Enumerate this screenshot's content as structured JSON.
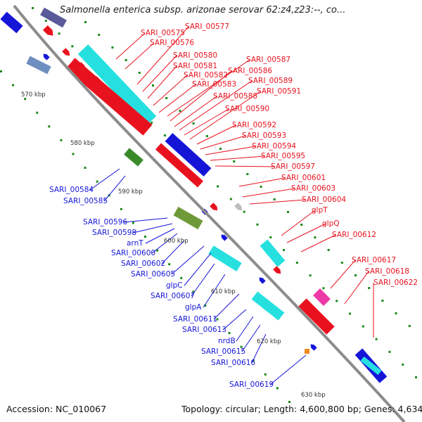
{
  "header": {
    "organism": "Salmonella enterica subsp. arizonae serovar 62:z4,z23:--, co..."
  },
  "footer": {
    "accession": "Accession: NC_010067",
    "topology": "Topology: circular; Length: 4,600,800 bp; Genes: 4,634"
  },
  "kbp_ticks": [
    "570 kbp",
    "580 kbp",
    "590 kbp",
    "600 kbp",
    "610 kbp",
    "620 kbp",
    "630 kbp"
  ],
  "forward_genes": [
    "SARI_00575",
    "SARI_00576",
    "SARI_00577",
    "SARI_00580",
    "SARI_00581",
    "SARI_00582",
    "SARI_00583",
    "SARI_00586",
    "SARI_00587",
    "SARI_00588",
    "SARI_00589",
    "SARI_00590",
    "SARI_00591",
    "SARI_00592",
    "SARI_00593",
    "SARI_00594",
    "SARI_00595",
    "SARI_00597",
    "SARI_00601",
    "SARI_00603",
    "SARI_00604",
    "glpT",
    "glpQ",
    "SARI_00612",
    "SARI_00617",
    "SARI_00618",
    "SARI_00622"
  ],
  "reverse_genes": [
    "SARI_00584",
    "SARI_00585",
    "SARI_00596",
    "SARI_00598",
    "arnT",
    "SARI_00600",
    "SARI_00602",
    "SARI_00605",
    "glpC",
    "SARI_00607",
    "glpA",
    "SARI_00611",
    "SARI_00613",
    "nrdB",
    "SARI_00615",
    "SARI_00616",
    "SARI_00619"
  ],
  "colors": {
    "forward": "#e8121e",
    "reverse": "#1515d8",
    "backbone": "#8c8c8c",
    "tick": "#1a8a1a"
  }
}
